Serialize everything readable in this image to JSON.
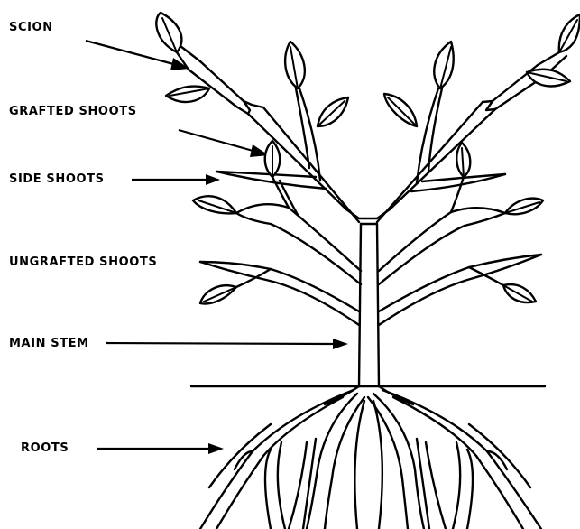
{
  "labels": {
    "scion": "SCION",
    "grafted_shoots": "GRAFTED SHOOTS",
    "side_shoots": "SIDE SHOOTS",
    "ungrafted_shoots": "UNGRAFTED SHOOTS",
    "main_stem": "MAIN STEM",
    "roots": "ROOTS"
  },
  "colors": {
    "ink": "#000000",
    "background": "#ffffff"
  }
}
